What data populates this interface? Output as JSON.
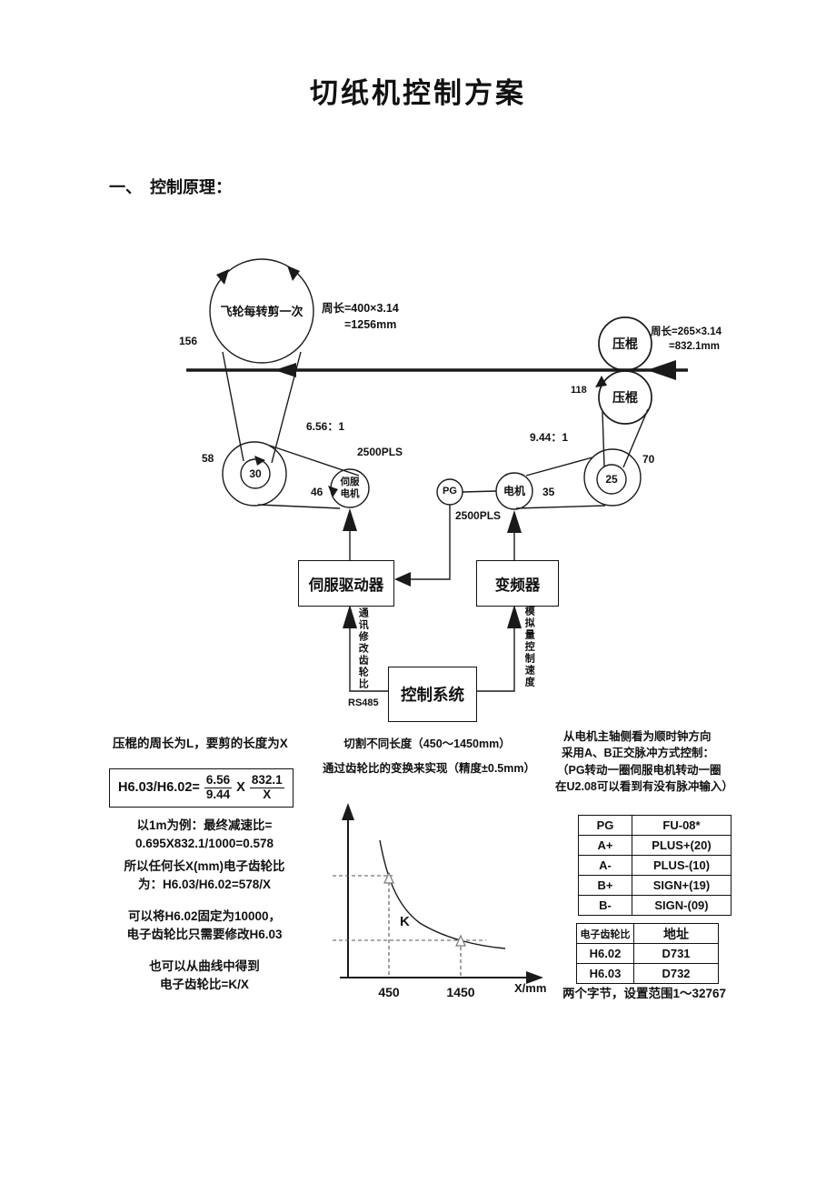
{
  "page": {
    "title": "切纸机控制方案",
    "section": "一、　控制原理："
  },
  "diagram": {
    "flywheel": {
      "label": "飞轮每转剪一次",
      "circumference1": "周长=400×3.14",
      "circumference2": "=1256mm",
      "diameter": "156"
    },
    "rollers": {
      "top": "压棍",
      "bottom": "压棍",
      "circumference1": "周长=265×3.14",
      "circumference2": "=832.1mm",
      "diameter": "118"
    },
    "left_drive": {
      "outer": "58",
      "inner": "30",
      "ratio": "6.56：1",
      "pls": "2500PLS",
      "servo_motor": "伺服电机",
      "servo_pulley": "46"
    },
    "right_drive": {
      "pg": "PG",
      "pg_pls": "2500PLS",
      "motor": "电机",
      "motor_pulley": "35",
      "ratio": "9.44：1",
      "inner": "25",
      "outer": "70"
    },
    "boxes": {
      "servo_driver": "伺服驱动器",
      "inverter": "变频器",
      "controller": "控制系统"
    },
    "links": {
      "servo_channel": "通讯修改齿轮比",
      "bus": "RS485",
      "inverter_channel": "模拟量控制速度"
    }
  },
  "notes_left": {
    "intro": "压棍的周长为L，要剪的长度为X",
    "formula": {
      "lhs": "H6.03/H6.02=",
      "frac1_num": "6.56",
      "frac1_den": "9.44",
      "times": "X",
      "frac2_num": "832.1",
      "frac2_den": "X"
    },
    "example_line1": "以1m为例：最终减速比=",
    "example_line2": "0.695X832.1/1000=0.578",
    "any_length_line1": "所以任何长X(mm)电子齿轮比",
    "any_length_line2": "为：H6.03/H6.02=578/X",
    "fixed_line1": "可以将H6.02固定为10000，",
    "fixed_line2": "电子齿轮比只需要修改H6.03",
    "curve_line1": "也可以从曲线中得到",
    "curve_line2": "电子齿轮比=K/X"
  },
  "notes_middle": {
    "caption1": "切割不同长度（450～1450mm）",
    "caption2": "通过齿轮比的变换来实现（精度±0.5mm）"
  },
  "chart_data": {
    "type": "line",
    "curve_label": "K",
    "relation": "电子齿轮比=K/X",
    "xlabel": "X/mm",
    "x_ticks": [
      "450",
      "1450"
    ],
    "marked_points_x": [
      450,
      1450
    ],
    "x_range_mm": [
      450,
      1450
    ],
    "grid": "dashed guides at marked points",
    "legend_position": "none"
  },
  "notes_right": {
    "lines": [
      "从电机主轴侧看为顺时钟方向",
      "采用A、B正交脉冲方式控制：",
      "（PG转动一圈伺服电机转动一圈",
      "在U2.08可以看到有没有脉冲输入）"
    ],
    "pg_table": {
      "rows": [
        [
          "PG",
          "FU-08*"
        ],
        [
          "A+",
          "PLUS+(20)"
        ],
        [
          "A-",
          "PLUS-(10)"
        ],
        [
          "B+",
          "SIGN+(19)"
        ],
        [
          "B-",
          "SIGN-(09)"
        ]
      ]
    },
    "gear_table": {
      "header": [
        "电子齿轮比",
        "地址"
      ],
      "rows": [
        [
          "H6.02",
          "D731"
        ],
        [
          "H6.03",
          "D732"
        ]
      ]
    },
    "footer": "两个字节，设置范围1～32767"
  }
}
